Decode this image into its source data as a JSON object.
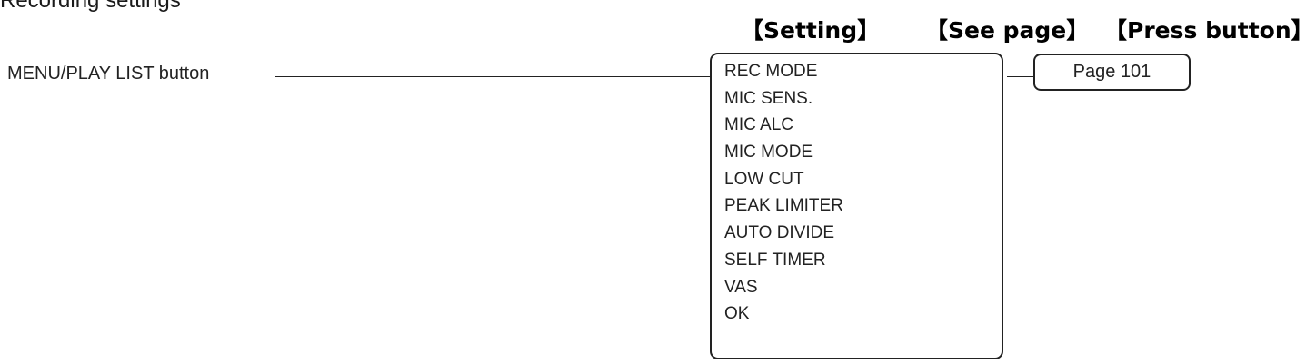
{
  "section_title": "Recording settings",
  "headers": {
    "setting": "【Setting】",
    "see_page": "【See page】",
    "press_button": "【Press button】"
  },
  "source": {
    "label": "MENU/PLAY LIST button"
  },
  "settings": [
    "REC MODE",
    "MIC SENS.",
    "MIC ALC",
    "MIC MODE",
    "LOW CUT",
    "PEAK LIMITER",
    "AUTO DIVIDE",
    "SELF TIMER",
    "VAS",
    "OK"
  ],
  "page_ref": {
    "label": "Page 101"
  },
  "colors": {
    "line": "#222222",
    "text": "#1a1a1a",
    "background": "#ffffff"
  }
}
